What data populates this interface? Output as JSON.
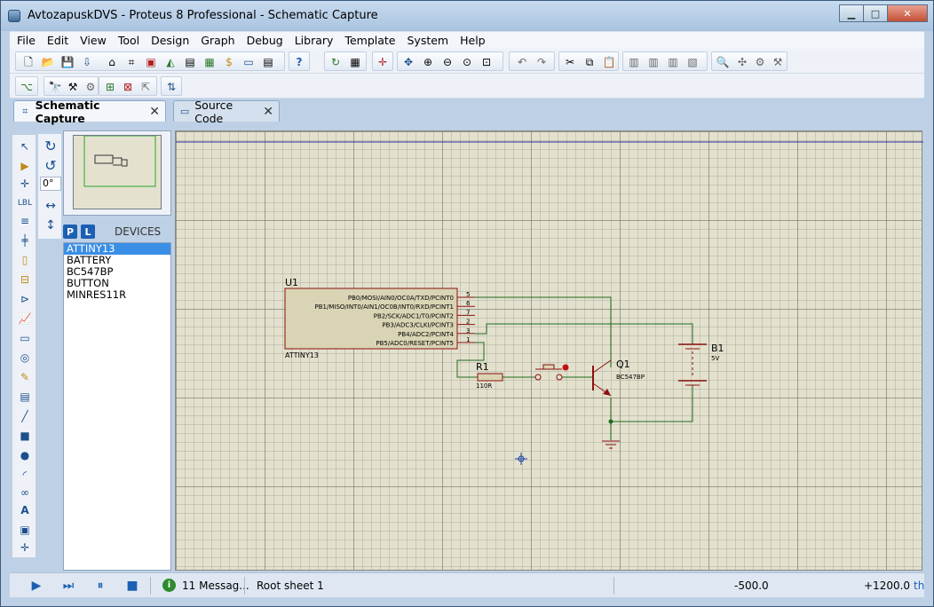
{
  "window": {
    "title": "AvtozapuskDVS - Proteus 8 Professional - Schematic Capture",
    "minimize_glyph": "▁",
    "maximize_glyph": "□",
    "close_glyph": "✕"
  },
  "menu": [
    "File",
    "Edit",
    "View",
    "Tool",
    "Design",
    "Graph",
    "Debug",
    "Library",
    "Template",
    "System",
    "Help"
  ],
  "tabs": [
    {
      "label": "Schematic Capture",
      "icon": "schematic-icon",
      "active": true
    },
    {
      "label": "Source Code",
      "icon": "source-code-icon",
      "active": false
    }
  ],
  "rotation": {
    "angle": "0°"
  },
  "device_selector": {
    "p_label": "P",
    "l_label": "L",
    "title": "DEVICES",
    "items": [
      "ATTINY13",
      "BATTERY",
      "BC547BP",
      "BUTTON",
      "MINRES11R"
    ],
    "selected_index": 0
  },
  "schematic": {
    "u1": {
      "ref": "U1",
      "value": "ATTINY13",
      "pins": [
        {
          "name": "PB0/MOSI/AIN0/OC0A/TXD/PCINT0",
          "num": "5"
        },
        {
          "name": "PB1/MISO/INT0/AIN1/OC0B/INT0/RXD/PCINT1",
          "num": "6"
        },
        {
          "name": "PB2/SCK/ADC1/T0/PCINT2",
          "num": "7"
        },
        {
          "name": "PB3/ADC3/CLKI/PCINT3",
          "num": "2"
        },
        {
          "name": "PB4/ADC2/PCINT4",
          "num": "3"
        },
        {
          "name": "PB5/ADC0/RESET/PCINT5",
          "num": "1"
        }
      ]
    },
    "r1": {
      "ref": "R1",
      "value": "110R"
    },
    "q1": {
      "ref": "Q1",
      "value": "BC547BP"
    },
    "b1": {
      "ref": "B1",
      "value": "5V"
    }
  },
  "status": {
    "messages": "11 Messag...",
    "sheet": "Root sheet 1",
    "x_coord": "-500.0",
    "y_coord": "+1200.0",
    "unit": "th"
  },
  "colors": {
    "wire": "#1f6b1f",
    "component": "#8b1010",
    "canvas_bg": "#e3e1cd",
    "component_fill": "#d9d4b4"
  }
}
